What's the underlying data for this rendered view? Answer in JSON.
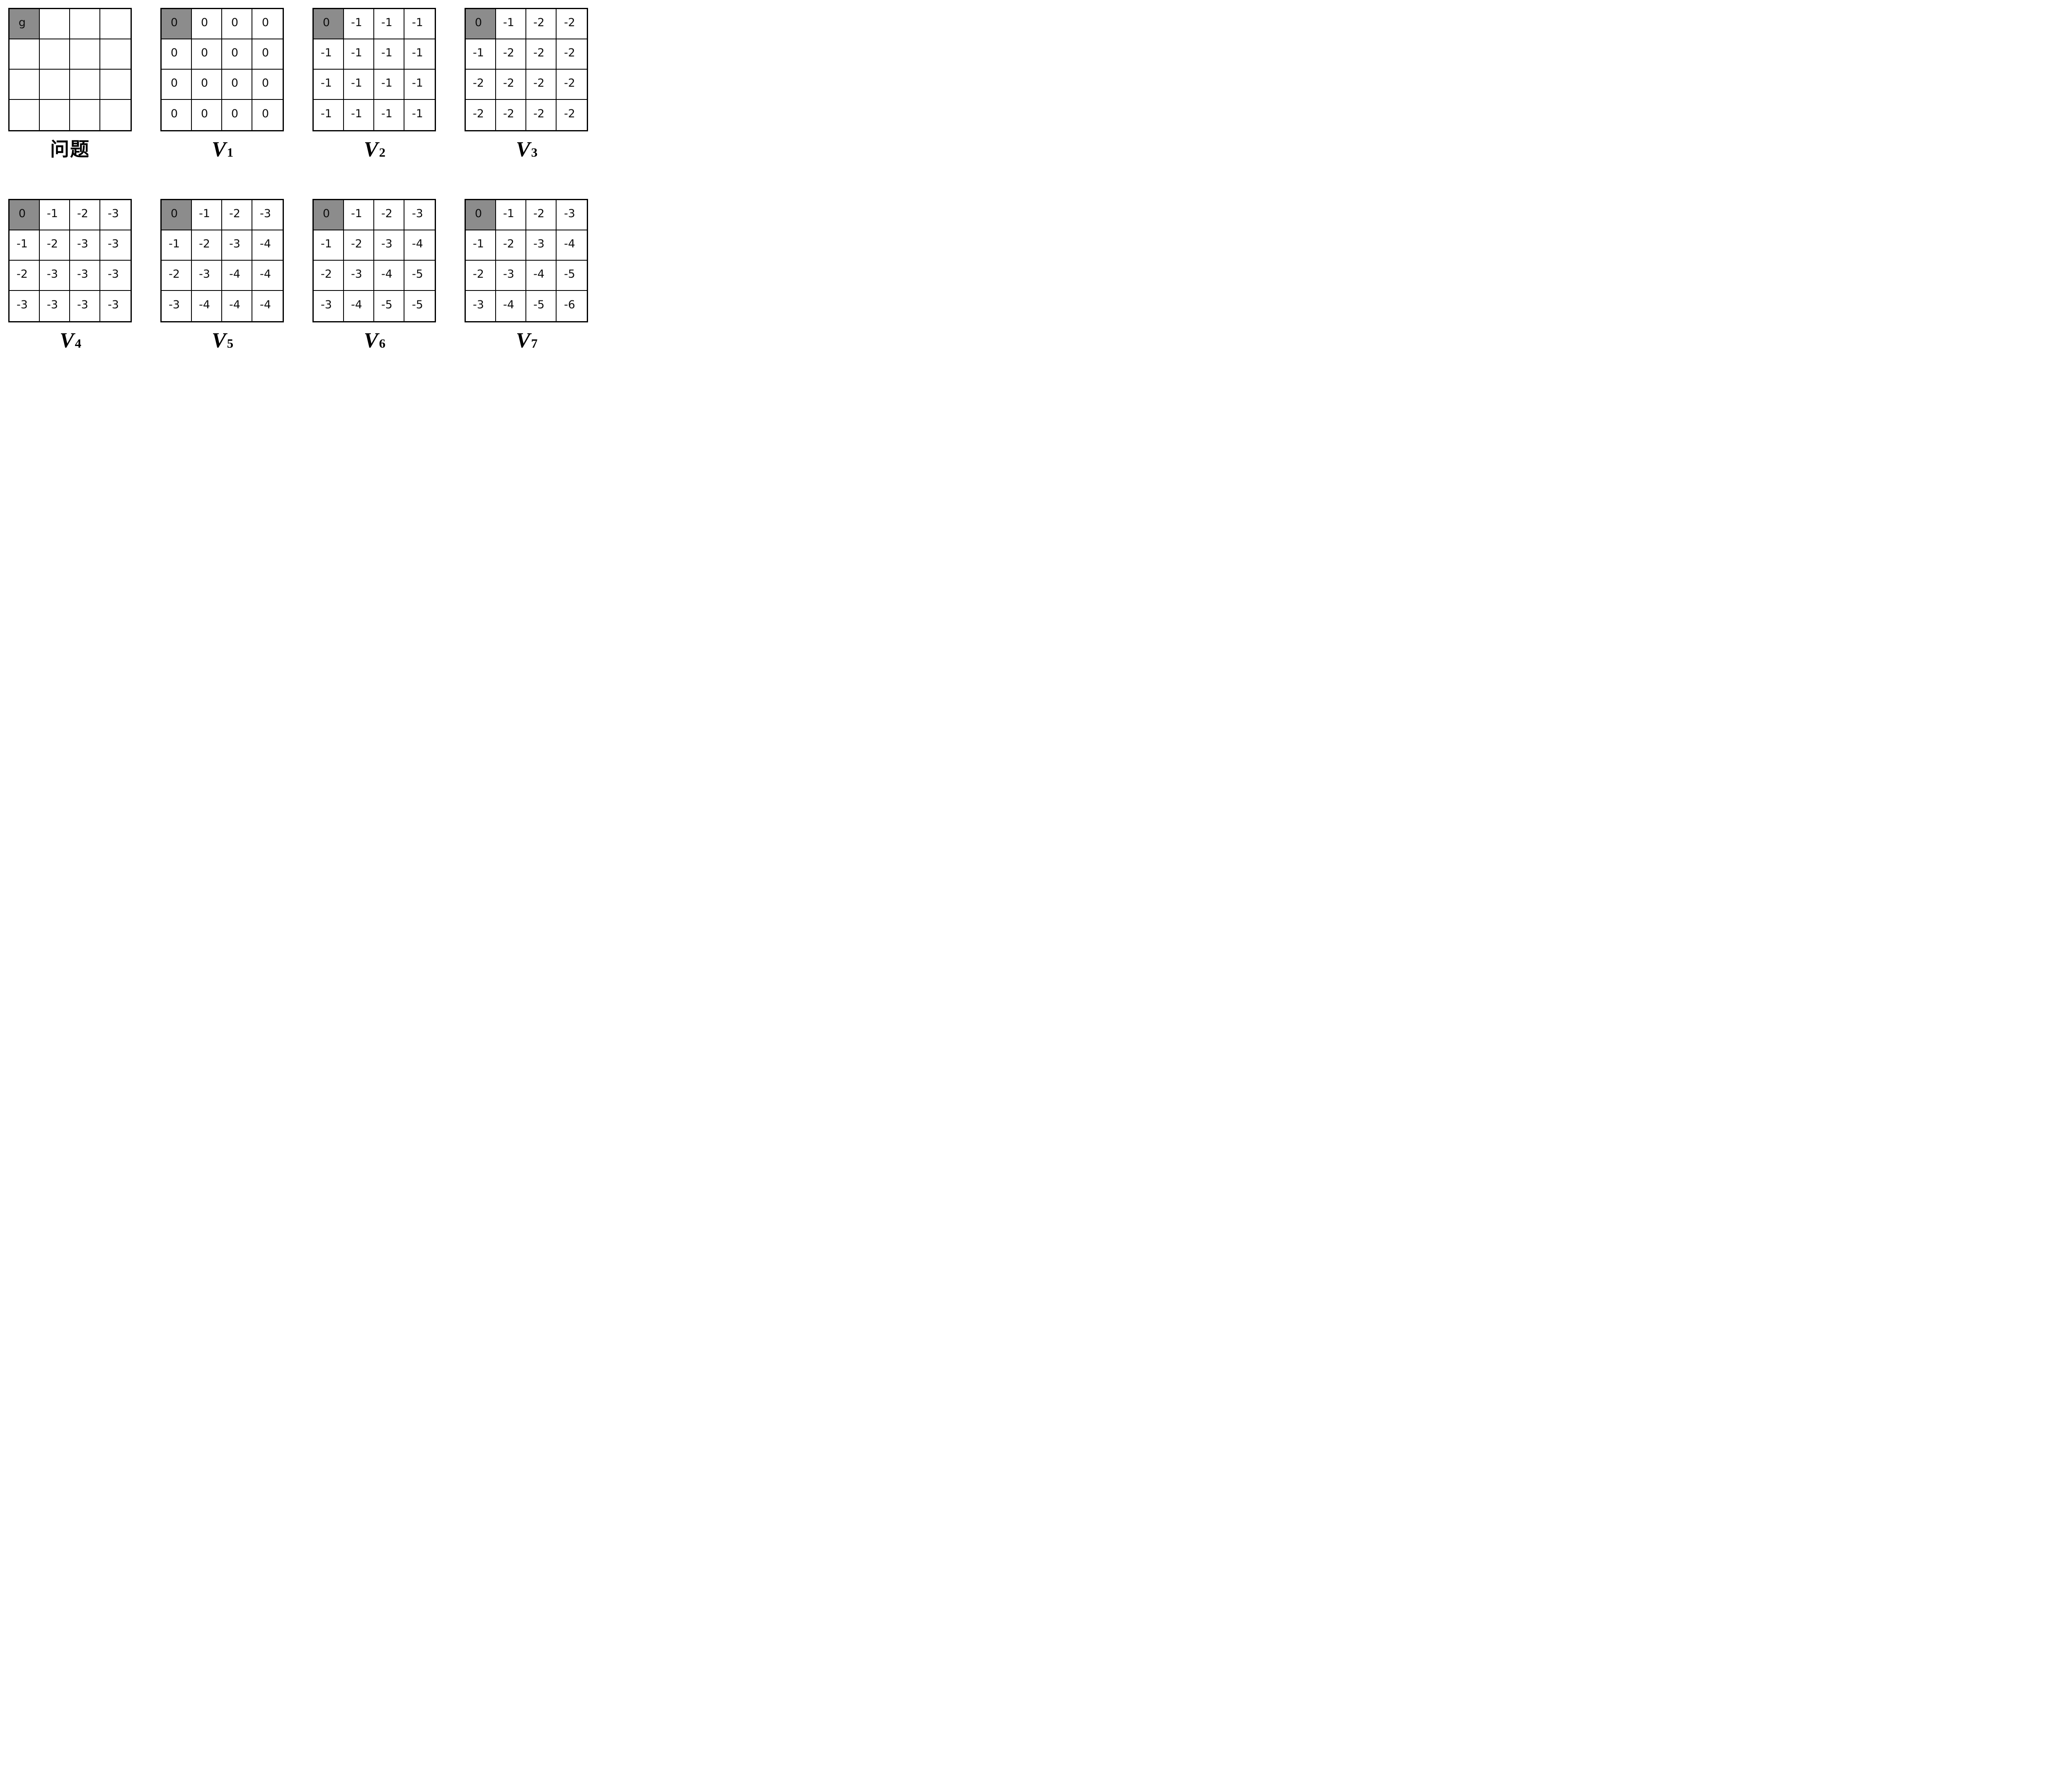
{
  "figure": {
    "grid_rows": 4,
    "grid_cols": 4,
    "goal_marker": "g"
  },
  "colors": {
    "goal_cell_fill": "#8c8c8c",
    "grid_line": "#000000",
    "cell_text": "#0d0d0d",
    "background": "#ffffff"
  },
  "panels": [
    {
      "key": "problem",
      "label": "问题",
      "goal": [
        0,
        0
      ],
      "cells": [
        [
          "g",
          "",
          "",
          ""
        ],
        [
          "",
          "",
          "",
          ""
        ],
        [
          "",
          "",
          "",
          ""
        ],
        [
          "",
          "",
          "",
          ""
        ]
      ]
    },
    {
      "key": "v1",
      "label_base": "V",
      "label_sub": "1",
      "goal": [
        0,
        0
      ],
      "cells": [
        [
          "0",
          "0",
          "0",
          "0"
        ],
        [
          "0",
          "0",
          "0",
          "0"
        ],
        [
          "0",
          "0",
          "0",
          "0"
        ],
        [
          "0",
          "0",
          "0",
          "0"
        ]
      ]
    },
    {
      "key": "v2",
      "label_base": "V",
      "label_sub": "2",
      "goal": [
        0,
        0
      ],
      "cells": [
        [
          "0",
          "-1",
          "-1",
          "-1"
        ],
        [
          "-1",
          "-1",
          "-1",
          "-1"
        ],
        [
          "-1",
          "-1",
          "-1",
          "-1"
        ],
        [
          "-1",
          "-1",
          "-1",
          "-1"
        ]
      ]
    },
    {
      "key": "v3",
      "label_base": "V",
      "label_sub": "3",
      "goal": [
        0,
        0
      ],
      "cells": [
        [
          "0",
          "-1",
          "-2",
          "-2"
        ],
        [
          "-1",
          "-2",
          "-2",
          "-2"
        ],
        [
          "-2",
          "-2",
          "-2",
          "-2"
        ],
        [
          "-2",
          "-2",
          "-2",
          "-2"
        ]
      ]
    },
    {
      "key": "v4",
      "label_base": "V",
      "label_sub": "4",
      "goal": [
        0,
        0
      ],
      "cells": [
        [
          "0",
          "-1",
          "-2",
          "-3"
        ],
        [
          "-1",
          "-2",
          "-3",
          "-3"
        ],
        [
          "-2",
          "-3",
          "-3",
          "-3"
        ],
        [
          "-3",
          "-3",
          "-3",
          "-3"
        ]
      ]
    },
    {
      "key": "v5",
      "label_base": "V",
      "label_sub": "5",
      "goal": [
        0,
        0
      ],
      "cells": [
        [
          "0",
          "-1",
          "-2",
          "-3"
        ],
        [
          "-1",
          "-2",
          "-3",
          "-4"
        ],
        [
          "-2",
          "-3",
          "-4",
          "-4"
        ],
        [
          "-3",
          "-4",
          "-4",
          "-4"
        ]
      ]
    },
    {
      "key": "v6",
      "label_base": "V",
      "label_sub": "6",
      "goal": [
        0,
        0
      ],
      "cells": [
        [
          "0",
          "-1",
          "-2",
          "-3"
        ],
        [
          "-1",
          "-2",
          "-3",
          "-4"
        ],
        [
          "-2",
          "-3",
          "-4",
          "-5"
        ],
        [
          "-3",
          "-4",
          "-5",
          "-5"
        ]
      ]
    },
    {
      "key": "v7",
      "label_base": "V",
      "label_sub": "7",
      "goal": [
        0,
        0
      ],
      "cells": [
        [
          "0",
          "-1",
          "-2",
          "-3"
        ],
        [
          "-1",
          "-2",
          "-3",
          "-4"
        ],
        [
          "-2",
          "-3",
          "-4",
          "-5"
        ],
        [
          "-3",
          "-4",
          "-5",
          "-6"
        ]
      ]
    }
  ]
}
